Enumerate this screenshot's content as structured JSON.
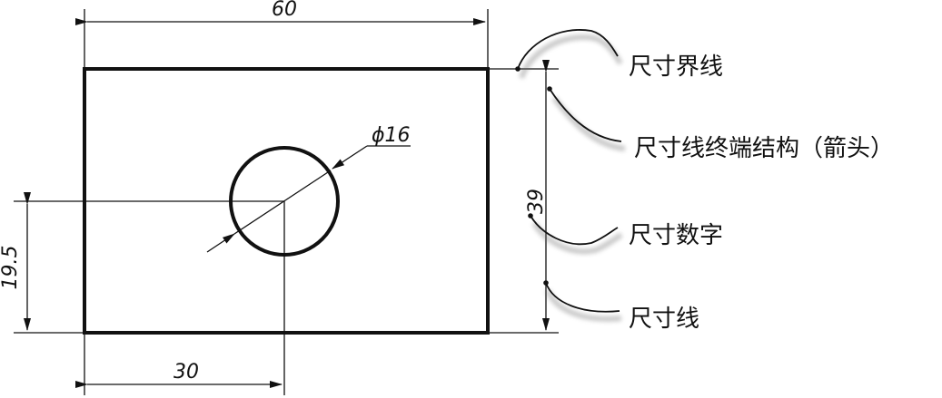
{
  "dimensions": {
    "width": "60",
    "height": "39",
    "hole_x": "30",
    "hole_y": "19.5",
    "diameter": "ϕ16"
  },
  "callouts": {
    "extension_line": "尺寸界线",
    "terminator": "尺寸线终端结构（箭头）",
    "dimension_text": "尺寸数字",
    "dimension_line": "尺寸线"
  }
}
